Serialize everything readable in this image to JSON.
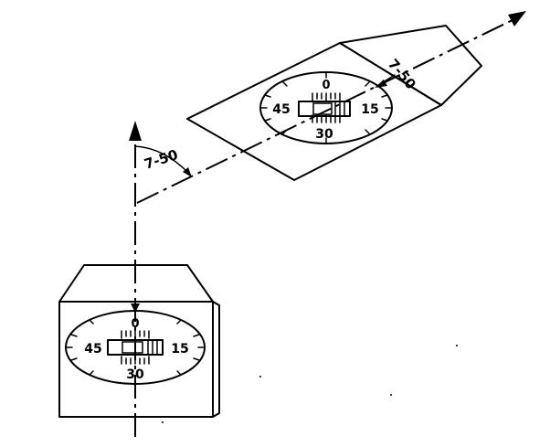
{
  "direction_label": "7-50",
  "lower_compass": {
    "top": "0",
    "left": "45",
    "right": "15",
    "bottom": "30"
  },
  "upper_compass": {
    "top": "0",
    "left": "45",
    "right": "15",
    "bottom": "30"
  }
}
